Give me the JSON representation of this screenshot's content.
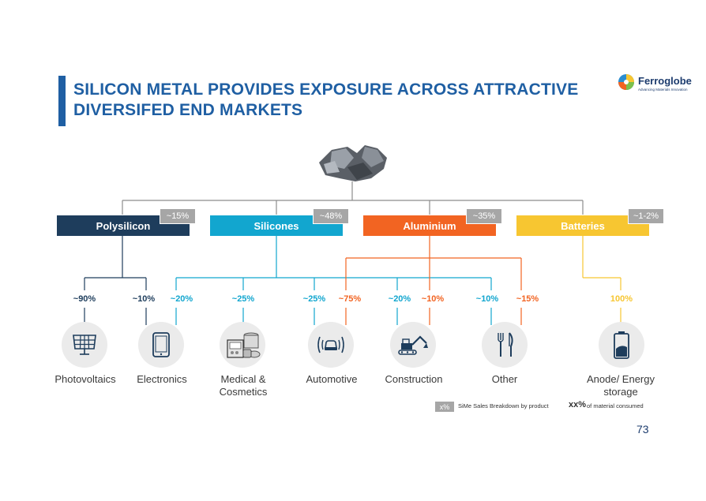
{
  "title": "SILICON METAL PROVIDES EXPOSURE ACROSS ATTRACTIVE DIVERSIFED END MARKETS",
  "logo": {
    "name": "Ferroglobe",
    "tagline": "Advancing Materials Innovation"
  },
  "categories": [
    {
      "label": "Polysilicon",
      "sales_share": "~15%",
      "color": "#1e3d5c"
    },
    {
      "label": "Silicones",
      "sales_share": "~48%",
      "color": "#12a6cf"
    },
    {
      "label": "Aluminium",
      "sales_share": "~35%",
      "color": "#f26422"
    },
    {
      "label": "Batteries",
      "sales_share": "~1-2%",
      "color": "#f7c631"
    }
  ],
  "consumption": [
    {
      "value": "~90%",
      "color": "#1e3d5c"
    },
    {
      "value": "~10%",
      "color": "#1e3d5c"
    },
    {
      "value": "~20%",
      "color": "#12a6cf"
    },
    {
      "value": "~25%",
      "color": "#12a6cf"
    },
    {
      "value": "~25%",
      "color": "#12a6cf"
    },
    {
      "value": "~75%",
      "color": "#f26422"
    },
    {
      "value": "~20%",
      "color": "#12a6cf"
    },
    {
      "value": "~10%",
      "color": "#f26422"
    },
    {
      "value": "~10%",
      "color": "#12a6cf"
    },
    {
      "value": "~15%",
      "color": "#f26422"
    },
    {
      "value": "100%",
      "color": "#f7c631"
    }
  ],
  "markets": [
    {
      "label": "Photovoltaics",
      "icon": "solar-panel-icon"
    },
    {
      "label": "Electronics",
      "icon": "tablet-icon"
    },
    {
      "label": "Medical & Cosmetics",
      "icon": "cosmetics-icon"
    },
    {
      "label": "Automotive",
      "icon": "car-icon"
    },
    {
      "label": "Construction",
      "icon": "excavator-icon"
    },
    {
      "label": "Other",
      "icon": "cutlery-icon"
    },
    {
      "label": "Anode/ Energy storage",
      "icon": "battery-icon"
    }
  ],
  "legend": {
    "badge": "x%",
    "badge_text": "SiMe Sales Breakdown by product",
    "bold": "xx%",
    "bold_text": "of material consumed"
  },
  "page_number": "73"
}
